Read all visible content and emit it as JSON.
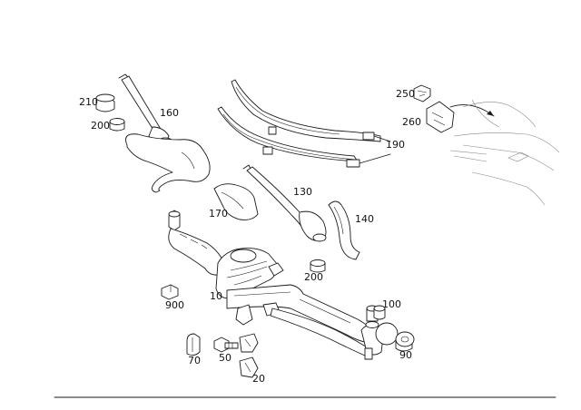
{
  "diagram": {
    "parts": [
      {
        "id": "p210",
        "label": "210"
      },
      {
        "id": "p200a",
        "label": "200"
      },
      {
        "id": "p160",
        "label": "160"
      },
      {
        "id": "p190",
        "label": "190"
      },
      {
        "id": "p250",
        "label": "250"
      },
      {
        "id": "p260",
        "label": "260"
      },
      {
        "id": "p170",
        "label": "170"
      },
      {
        "id": "p130",
        "label": "130"
      },
      {
        "id": "p140",
        "label": "140"
      },
      {
        "id": "p200b",
        "label": "200"
      },
      {
        "id": "p900",
        "label": "900"
      },
      {
        "id": "p10",
        "label": "10"
      },
      {
        "id": "p100",
        "label": "100"
      },
      {
        "id": "p70",
        "label": "70"
      },
      {
        "id": "p50",
        "label": "50"
      },
      {
        "id": "p90",
        "label": "90"
      },
      {
        "id": "p20",
        "label": "20"
      }
    ]
  }
}
